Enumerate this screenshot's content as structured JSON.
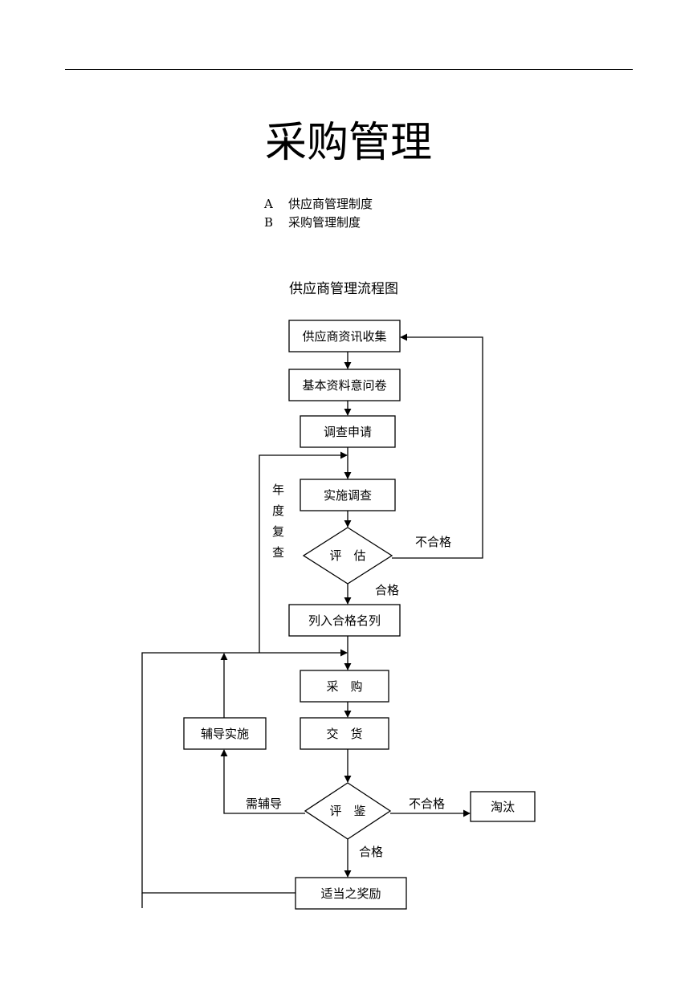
{
  "document": {
    "title": "采购管理",
    "toc": [
      {
        "letter": "A",
        "label": "供应商管理制度"
      },
      {
        "letter": "B",
        "label": "采购管理制度"
      }
    ],
    "flowchart_title": "供应商管理流程图"
  },
  "flowchart": {
    "nodes": {
      "collect": "供应商资讯收集",
      "questionnaire": "基本资料意问卷",
      "apply": "调查申请",
      "implement": "实施调查",
      "evaluate": "评　估",
      "qualified_list": "列入合格名列",
      "purchase": "采　购",
      "delivery": "交　货",
      "assess": "评　鉴",
      "coaching": "辅导实施",
      "eliminate": "淘汰",
      "reward": "适当之奖励"
    },
    "edge_labels": {
      "evaluate_fail": "不合格",
      "evaluate_pass": "合格",
      "assess_fail": "不合格",
      "assess_pass": "合格",
      "assess_coach": "需辅导",
      "annual_review": [
        "年",
        "度",
        "复",
        "查"
      ]
    }
  }
}
